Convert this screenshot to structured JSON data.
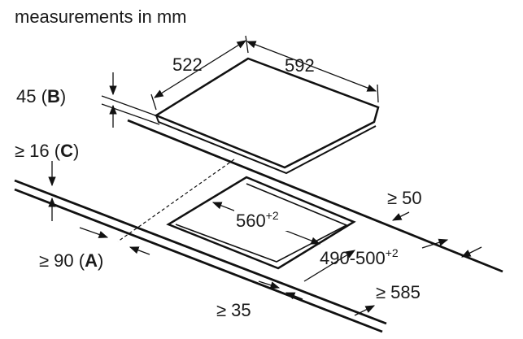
{
  "title": "measurements in mm",
  "labels": {
    "width": "522",
    "depth": "592",
    "thickness_value": "45",
    "thickness_letter": "B",
    "gap_value": "≥ 16",
    "gap_letter": "C",
    "front_value": "≥ 90",
    "front_letter": "A",
    "cutout_width": "560",
    "cutout_width_tol": "+2",
    "cutout_depth": "490-500",
    "cutout_depth_tol": "+2",
    "right_clearance": "≥ 50",
    "rear_clearance": "≥ 585",
    "front_clearance": "≥ 35"
  },
  "colors": {
    "line": "#111111",
    "text": "#1a1a1a",
    "background": "#ffffff"
  }
}
